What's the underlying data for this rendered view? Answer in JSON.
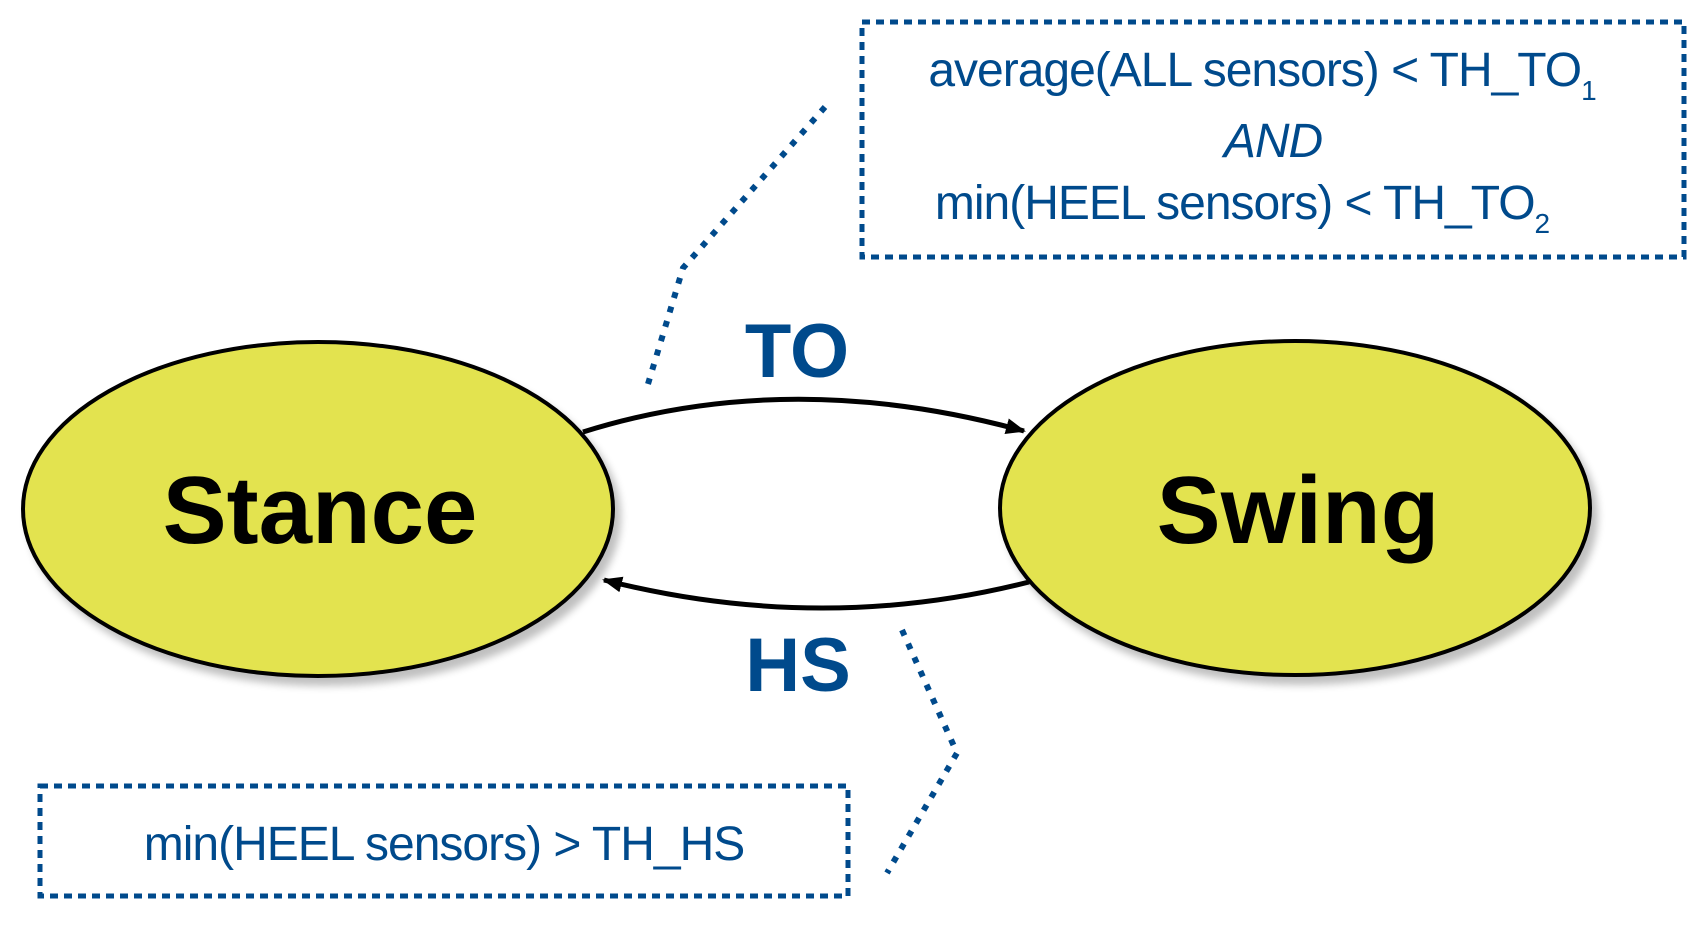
{
  "colors": {
    "node_fill": "#e3e34f",
    "node_stroke": "#000000",
    "accent_blue": "#004a8c",
    "edge_stroke": "#000000",
    "background": "#ffffff"
  },
  "nodes": {
    "stance": {
      "label": "Stance"
    },
    "swing": {
      "label": "Swing"
    }
  },
  "edges": {
    "to": {
      "label": "TO"
    },
    "hs": {
      "label": "HS"
    }
  },
  "conditions": {
    "to": {
      "line1_main": "average(ALL sensors) < TH_TO",
      "line1_sub": "1",
      "line2": "AND",
      "line3_main": "min(HEEL sensors) < TH_TO",
      "line3_sub": "2"
    },
    "hs": {
      "line1": "min(HEEL sensors) > TH_HS"
    }
  }
}
